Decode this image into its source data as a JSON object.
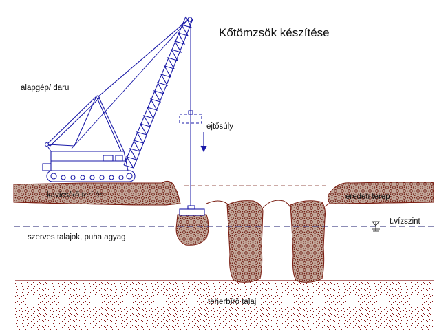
{
  "title": "Kőtömzsök készítése",
  "labels": {
    "machine": "alapgép/ daru",
    "weight": "ejtősúly",
    "gravel": "kavics/kő terítés",
    "original_ground": "eredeti terep",
    "water_level": "t.vízszint",
    "soft_soil": "szerves talajok, puha agyag",
    "bearing_soil": "teherbíró talaj"
  },
  "colors": {
    "crane": "#1a1aa8",
    "gravel_fill": "#b89a8c",
    "gravel_dot": "#7a1e12",
    "ground_line": "#8a1a1a",
    "water_line": "#1a1a6e"
  }
}
